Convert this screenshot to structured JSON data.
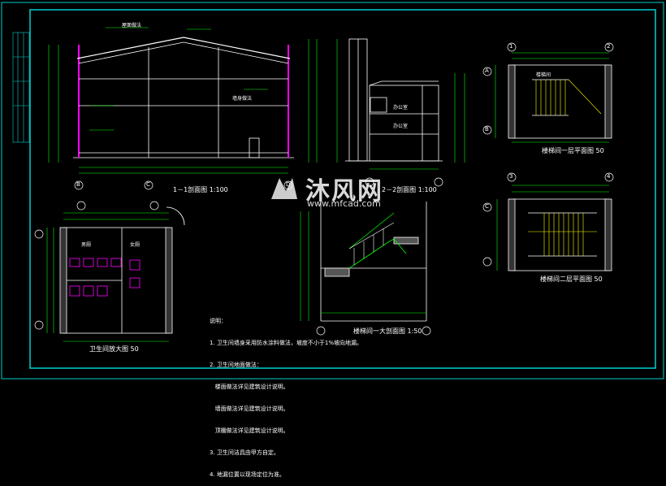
{
  "colors": {
    "frame": "#00d0d0",
    "line": "#ffffff",
    "grid": "#ffffff",
    "dim": "#00ff00",
    "accent": "#ff00ff",
    "yellow": "#ffff00",
    "red": "#ff3030"
  },
  "section_1_title": "1－1剖面图 1:100",
  "section_2_title": "2－2剖面图 1:100",
  "stair_first_floor_title": "楼梯间一层平面图 50",
  "stair_second_floor_title": "楼梯间二层平面图 50",
  "toilet_title": "卫生间放大图 50",
  "stair_section_title": "楼梯间一大剖面图 1:50",
  "watermark": {
    "logo": "沐风网",
    "url": "www.mfcad.com"
  },
  "notes_label": "说明：",
  "notes_lines": [
    "1. 卫生间墙身采用防水涂料做法，坡度不小于1%坡向地漏。",
    "2. 卫生间地面做法：",
    "   楼面做法详见建筑设计说明。",
    "   墙面做法详见建筑设计说明。",
    "   顶棚做法详见建筑设计说明。",
    "3. 卫生间洁具由甲方自定。",
    "4. 地漏位置以现场定位为准。"
  ],
  "grid_labels": [
    "B",
    "C",
    "D",
    "A",
    "B",
    "C",
    "1",
    "2",
    "3",
    "4"
  ],
  "annotations": [
    "屋面做法",
    "墙身做法",
    "办公室",
    "办公室",
    "楼梯间",
    "男厕",
    "女厕"
  ]
}
